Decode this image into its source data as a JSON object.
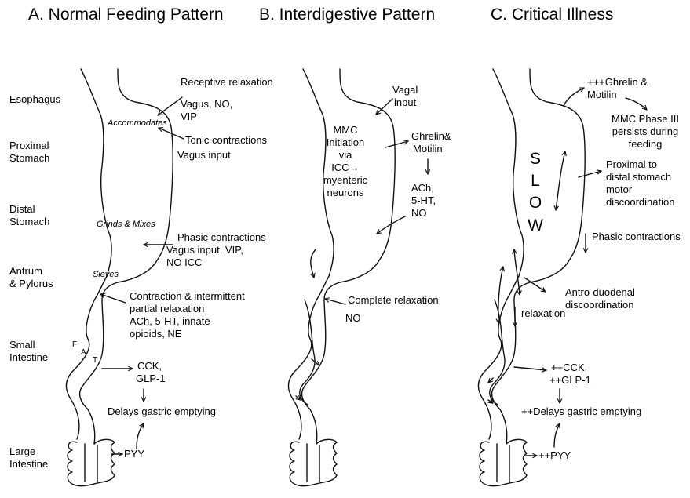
{
  "panels": [
    {
      "title": "A. Normal Feeding Pattern"
    },
    {
      "title": "B. Interdigestive Pattern"
    },
    {
      "title": "C. Critical Illness"
    }
  ],
  "regions": [
    [
      "Esophagus"
    ],
    [
      "Proximal",
      "Stomach"
    ],
    [
      "Distal",
      "Stomach"
    ],
    [
      "Antrum",
      "& Pylorus"
    ],
    [
      "Small",
      "Intestine"
    ],
    [
      "Large",
      "Intestine"
    ]
  ],
  "panelA": {
    "in_organ": {
      "accommodates": "Accommodates",
      "grinds": "Grinds & Mixes",
      "sieves": "Sieves",
      "fat_f": "F",
      "fat_a": "A",
      "fat_t": "T"
    },
    "receptive": [
      "Receptive relaxation",
      "Vagus, NO,",
      "VIP"
    ],
    "tonic": [
      "Tonic contractions",
      "Vagus input"
    ],
    "phasic": [
      "Phasic contractions",
      "Vagus input, VIP,",
      "NO ICC"
    ],
    "contraction": [
      "Contraction & intermittent",
      "partial relaxation",
      "ACh, 5-HT, innate",
      "opioids, NE"
    ],
    "cck": [
      "CCK,",
      "GLP-1"
    ],
    "delays": "Delays gastric emptying",
    "pyy": "PYY"
  },
  "panelB": {
    "vagal": [
      "Vagal",
      "input"
    ],
    "mmc": [
      "MMC",
      "Initiation",
      "via",
      "ICC→",
      "myenteric",
      "neurons"
    ],
    "ghrelin": [
      "Ghrelin&",
      "Motilin"
    ],
    "ach": [
      "ACh,",
      "5-HT,",
      "NO"
    ],
    "complete": "Complete relaxation",
    "no": "NO"
  },
  "panelC": {
    "ghrelin": [
      "+++Ghrelin &",
      "Motilin"
    ],
    "mmc": [
      "MMC Phase III",
      "persists during",
      "feeding"
    ],
    "slow": [
      "S",
      "L",
      "O",
      "W"
    ],
    "proximal": [
      "Proximal to",
      "distal stomach",
      "motor",
      "discoordination"
    ],
    "phasic": "Phasic contractions",
    "antro": [
      "Antro-duodenal",
      "discoordination"
    ],
    "relaxation": "relaxation",
    "cck": [
      "++CCK,",
      "++GLP-1"
    ],
    "delays": "++Delays gastric emptying",
    "pyy": "++PYY"
  }
}
